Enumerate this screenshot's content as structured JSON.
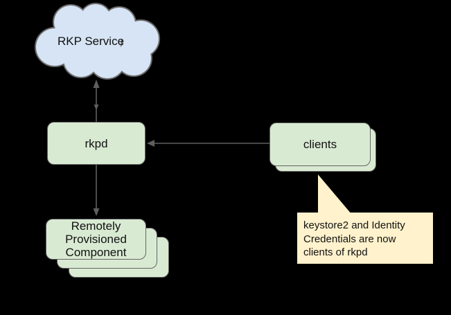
{
  "diagram": {
    "title": "rkpd clients diagram",
    "colors": {
      "background": "#000000",
      "cloud_fill": "#d6e4f5",
      "box_fill": "#d9ead3",
      "callout_fill": "#fff2cc",
      "stroke": "#646464",
      "connector": "#5f5f5f",
      "text": "#111111"
    },
    "nodes": {
      "rkp_service": {
        "label": "RKP Service",
        "shape": "cloud"
      },
      "rkpd": {
        "label": "rkpd",
        "shape": "rounded-box"
      },
      "clients": {
        "label": "clients",
        "shape": "rounded-box-stack",
        "stack_count": 2
      },
      "rpc": {
        "shape": "rounded-box-stack",
        "stack_count": 3,
        "lines": [
          "Remotely",
          "Provisioned",
          "Component"
        ]
      }
    },
    "callout": {
      "shape": "speech-bubble",
      "points_at": "clients",
      "lines": [
        "keystore2 and Identity",
        "Credentials are now",
        "clients of rkpd"
      ]
    },
    "edges": [
      {
        "from": "rkpd",
        "to": "rkp_service",
        "direction": "up",
        "arrowheads": "up-and-small-down"
      },
      {
        "from": "clients",
        "to": "rkpd",
        "direction": "left",
        "arrowheads": "left"
      },
      {
        "from": "rkpd",
        "to": "rpc",
        "direction": "down",
        "arrowheads": "down"
      }
    ]
  }
}
